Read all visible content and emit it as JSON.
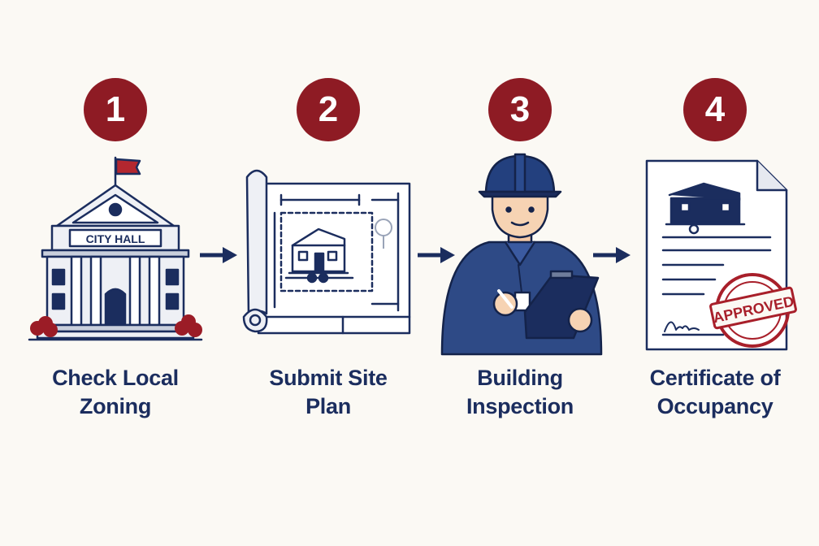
{
  "colors": {
    "accent": "#8e1b24",
    "navy": "#1b2d5e",
    "background": "#fbf9f4"
  },
  "steps": [
    {
      "number": "1",
      "icon": "city-hall-icon",
      "sign": "CITY HALL",
      "line1": "Check Local",
      "line2": "Zoning"
    },
    {
      "number": "2",
      "icon": "site-plan-blueprint-icon",
      "line1": "Submit Site",
      "line2": "Plan"
    },
    {
      "number": "3",
      "icon": "building-inspector-icon",
      "line1": "Building",
      "line2": "Inspection"
    },
    {
      "number": "4",
      "icon": "certificate-document-icon",
      "stamp": "APPROVED",
      "line1": "Certificate of",
      "line2": "Occupancy"
    }
  ]
}
